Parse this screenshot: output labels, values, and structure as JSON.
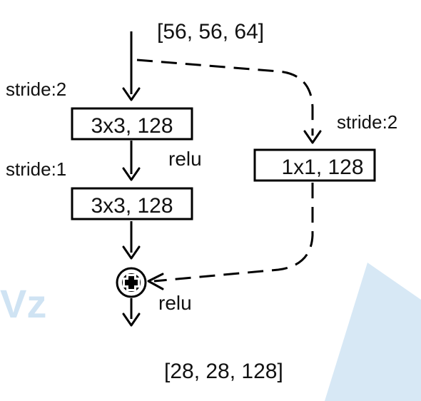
{
  "input_shape": "[56, 56, 64]",
  "output_shape": "[28, 28, 128]",
  "main_path": {
    "stride_1_label": "stride:2",
    "conv1_label": "3x3, 128",
    "relu_1_label": "relu",
    "stride_2_label": "stride:1",
    "conv2_label": "3x3, 128"
  },
  "shortcut": {
    "stride_label": "stride:2",
    "conv_label": "1x1, 128"
  },
  "merge": {
    "operation": "add",
    "relu_label": "relu"
  },
  "watermark": {
    "text": "Vz",
    "color": "#cfe3f3"
  }
}
